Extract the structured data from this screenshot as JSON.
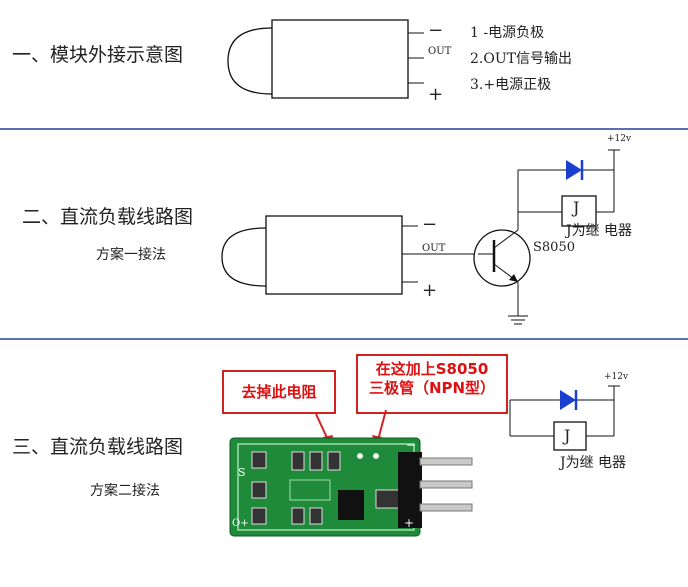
{
  "section1": {
    "title": "一、模块外接示意图",
    "pins": {
      "minus": "−",
      "out": "OUT",
      "plus": "+"
    },
    "legend": [
      "1 -电源负极",
      "2.OUT信号输出",
      "3.+电源正极"
    ]
  },
  "section2": {
    "title": "二、直流负载线路图",
    "subtitle": "方案一接法",
    "pins": {
      "minus": "−",
      "out": "OUT",
      "plus": "+"
    },
    "transistor_label": "S8050",
    "relay_label": "J",
    "relay_caption": "J为继 电器",
    "supply_label": "+12v"
  },
  "section3": {
    "title": "三、直流负载线路图",
    "subtitle": "方案二接法",
    "callout_remove": "去掉此电阻",
    "callout_add_line1": "在这加上S8050",
    "callout_add_line2": "三极管（NPN型）",
    "relay_label": "J",
    "relay_caption": "J为继 电器",
    "supply_label": "+12v",
    "board_marks": {
      "s": "S",
      "minus": "−",
      "plus": "+",
      "o_plus": "O+"
    }
  },
  "colors": {
    "divider": "#5a6fb0",
    "diode": "#1a3fd0",
    "callout": "#d32020",
    "pcb": "#1f8a3a"
  }
}
